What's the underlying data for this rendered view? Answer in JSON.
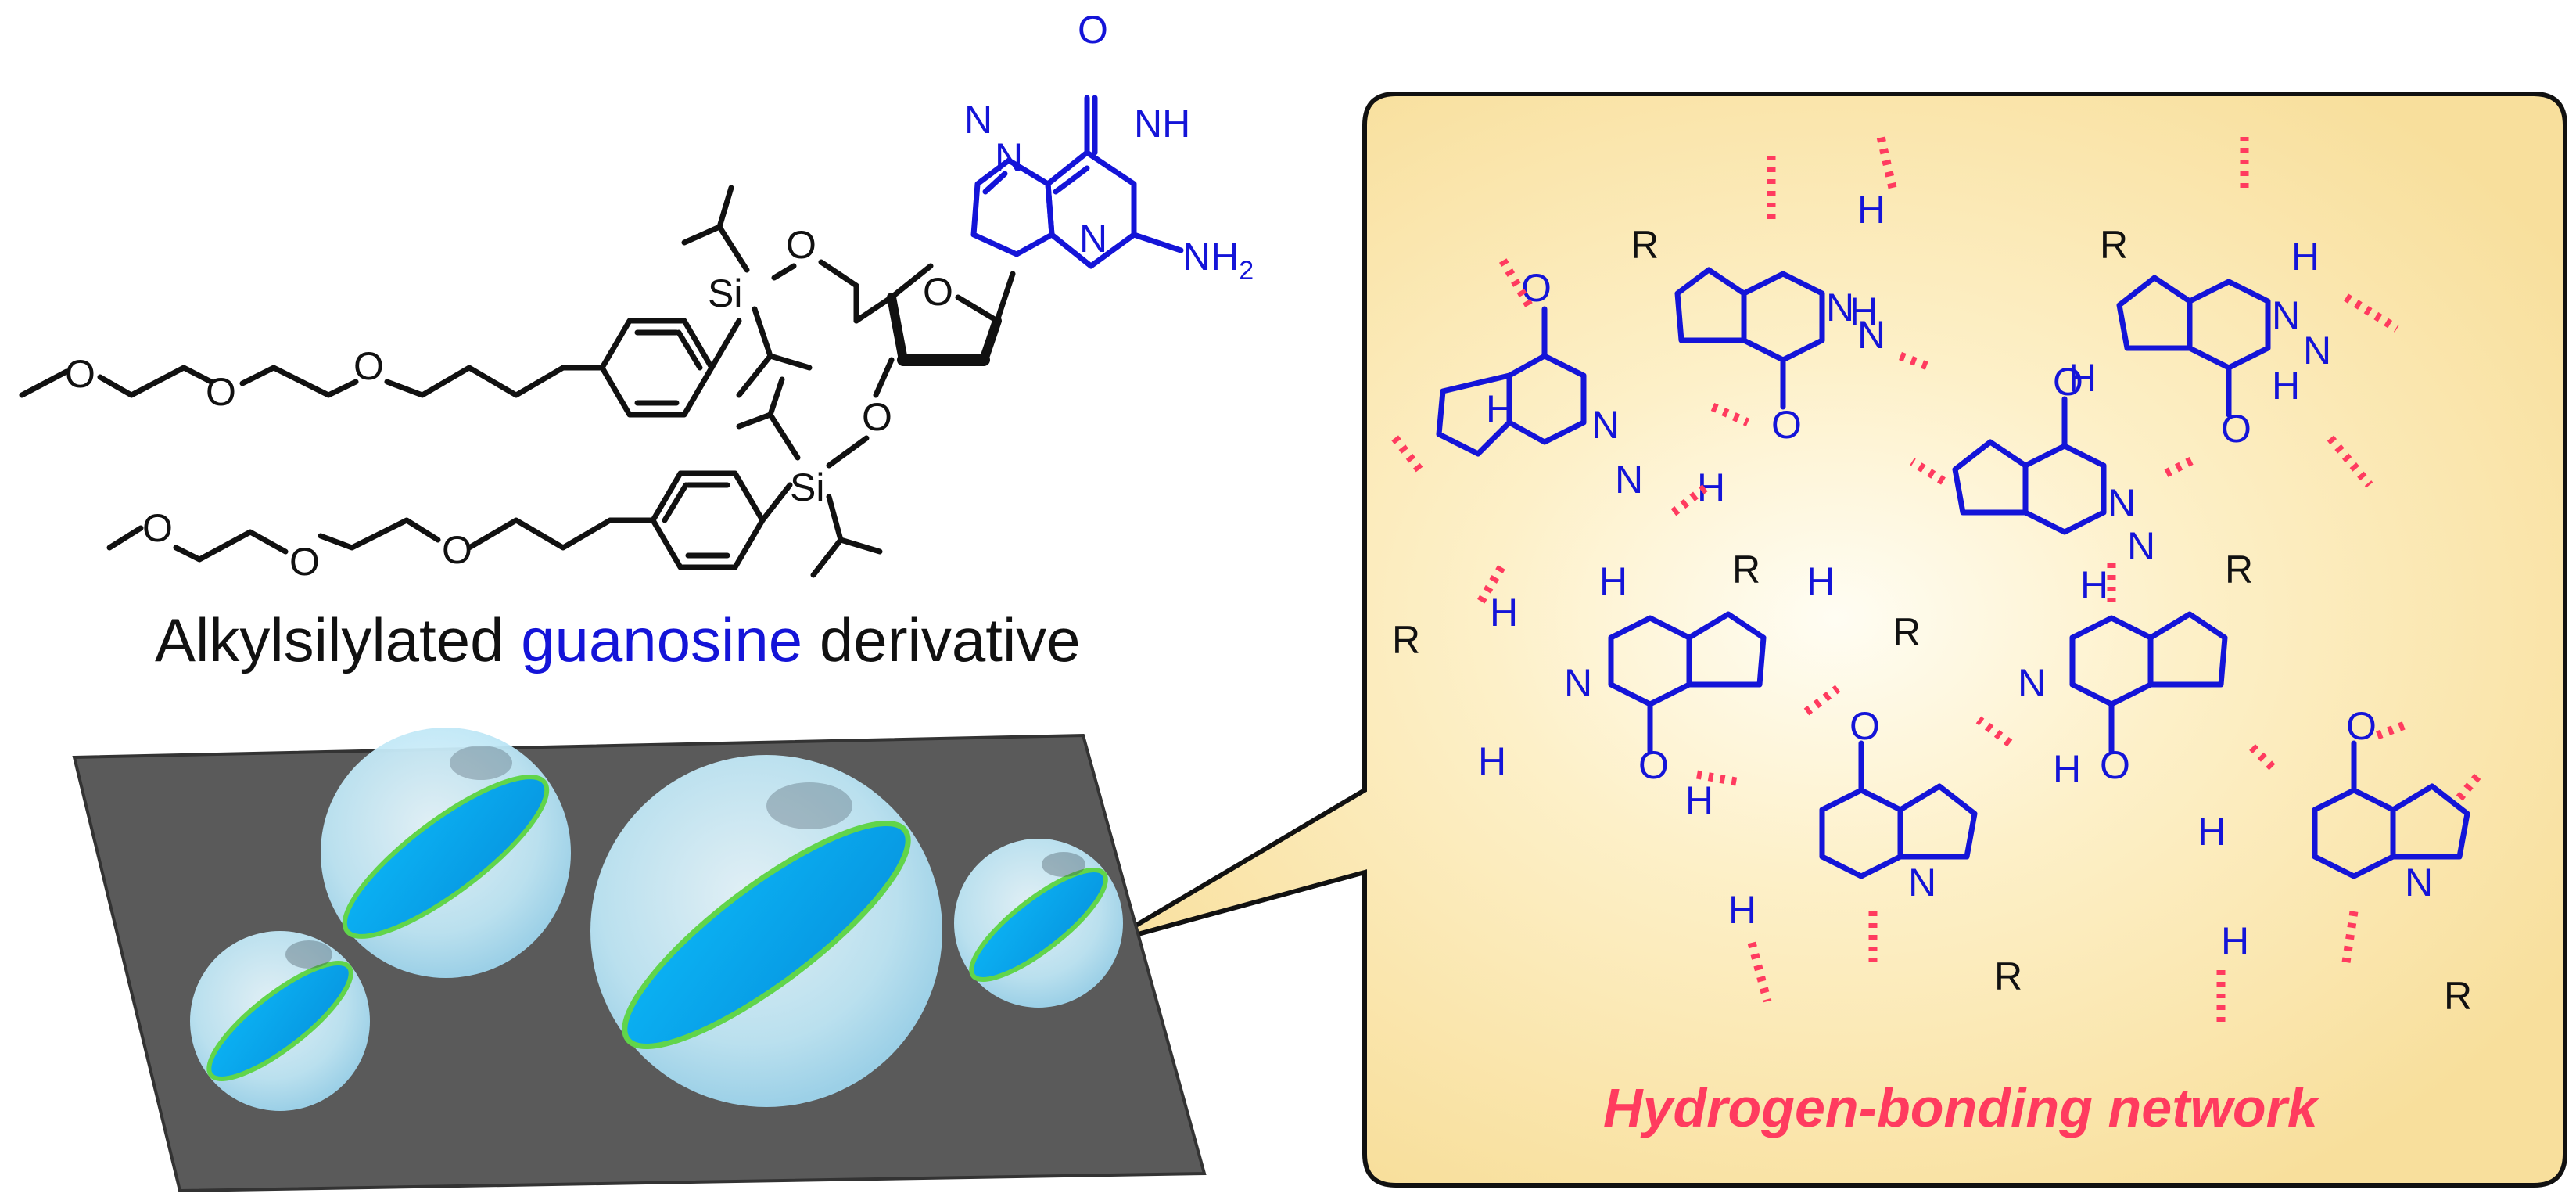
{
  "molecule": {
    "caption_part1": "Alkylsilylated ",
    "caption_part2": "guanosine",
    "caption_part3": " derivative",
    "labels": {
      "O": "O",
      "Si": "Si",
      "N": "N",
      "NH": "NH",
      "NH2": "NH",
      "NH2_sub": "2"
    }
  },
  "callout": {
    "title": "Hydrogen-bonding network",
    "labels": {
      "R": "R",
      "H": "H",
      "N": "N",
      "O": "O"
    }
  },
  "colors": {
    "guanosine_blue": "#1414d8",
    "hbond_pink": "#ff3b5f",
    "callout_fill": "#fbe3a4",
    "substrate": "#5a5a5a",
    "disk_blue": "#0aa9f0",
    "disk_rim": "#61d54a"
  }
}
